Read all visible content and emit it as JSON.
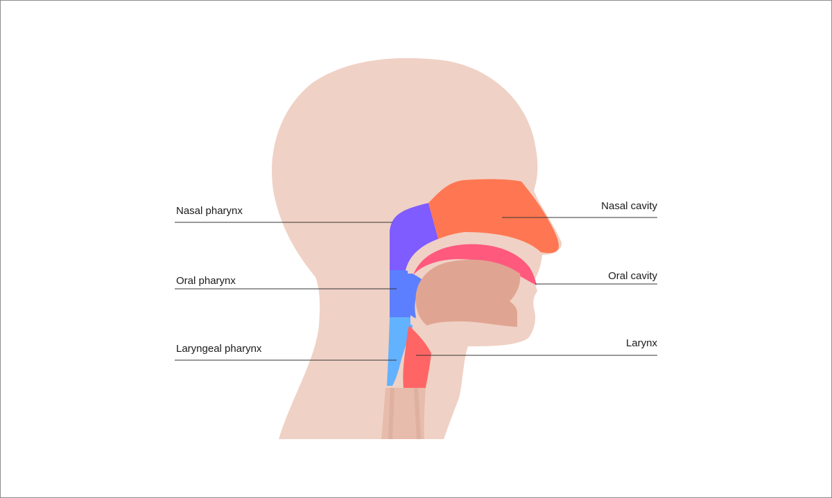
{
  "labels": {
    "nasal_pharynx": "Nasal pharynx",
    "oral_pharynx": "Oral pharynx",
    "laryngeal_pharynx": "Laryngeal pharynx",
    "nasal_cavity": "Nasal cavity",
    "oral_cavity": "Oral cavity",
    "larynx": "Larynx"
  },
  "colors": {
    "skin": "#f0d1c5",
    "tongue": "#e0a592",
    "nasal_cavity": "#ff7752",
    "oral_cavity": "#ff5a7e",
    "nasal_pharynx": "#7e5cff",
    "oral_pharynx": "#5c7fff",
    "laryngeal_pharynx": "#62b2ff",
    "larynx": "#ff6565",
    "trachea": "#e8bcac",
    "leader_line": "#333333",
    "frame_border": "#8c8c8c"
  }
}
